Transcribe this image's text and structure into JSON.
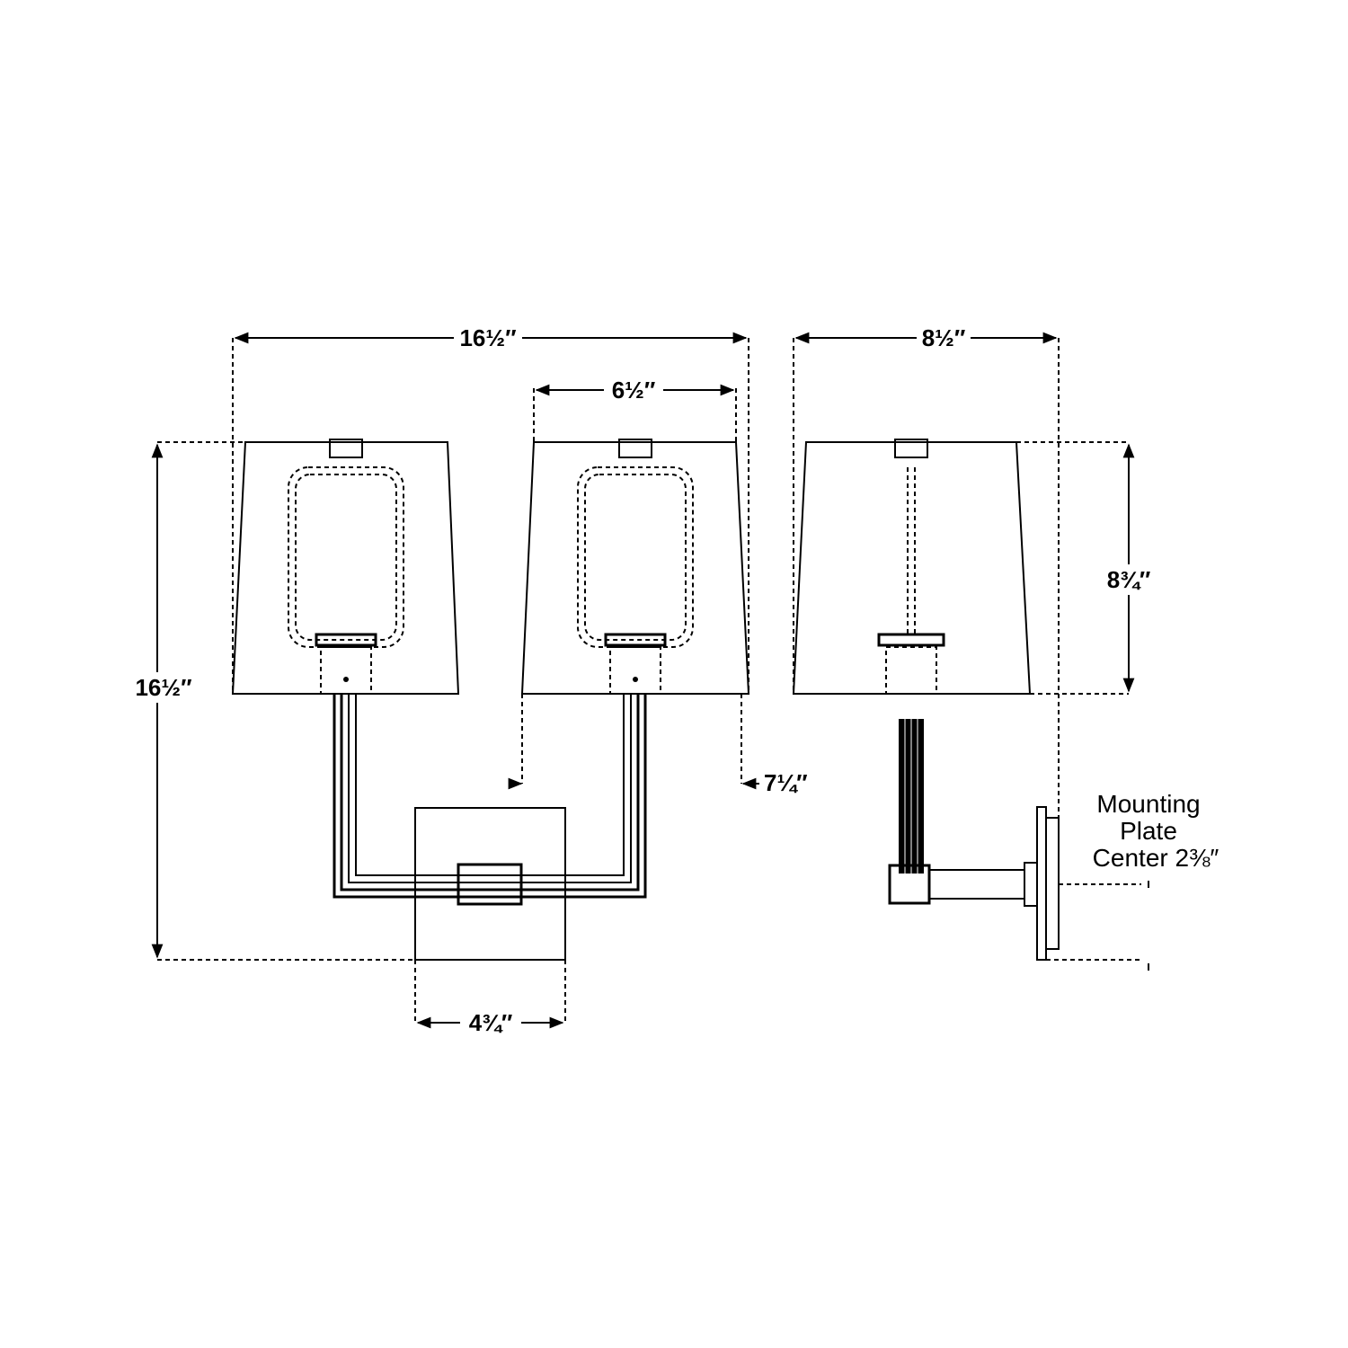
{
  "dimensions": {
    "overall_width": "16½″",
    "shade_width": "6½″",
    "depth": "8½″",
    "overall_height": "16½″",
    "shade_height": "8¾″",
    "shade_projection": "7¼″",
    "backplate_width": "4¾″"
  },
  "notes": {
    "mounting_line1": "Mounting",
    "mounting_line2": "Plate",
    "mounting_line3": "Center 2⅜″"
  },
  "colors": {
    "line": "#000000",
    "background": "#ffffff"
  }
}
